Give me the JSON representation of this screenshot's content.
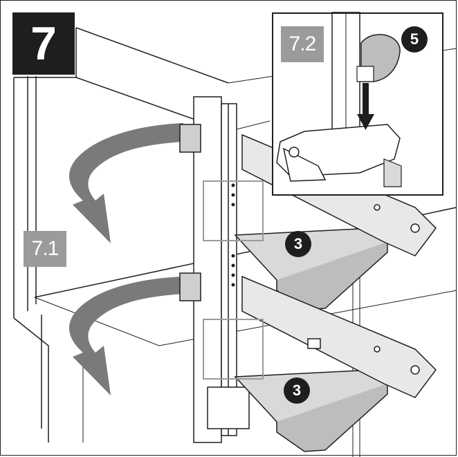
{
  "step": {
    "number": "7"
  },
  "substeps": {
    "rotate": "7.1",
    "lower": "7.2"
  },
  "callouts": {
    "disc": "5",
    "shelf_upper": "3",
    "shelf_lower": "3"
  },
  "colors": {
    "line": "#1e1e1e",
    "arrow": "#7a7a7a",
    "shelf": "#d9d9d9",
    "badge_dark": "#1e1e1e",
    "badge_grey": "#9b9b9b"
  }
}
